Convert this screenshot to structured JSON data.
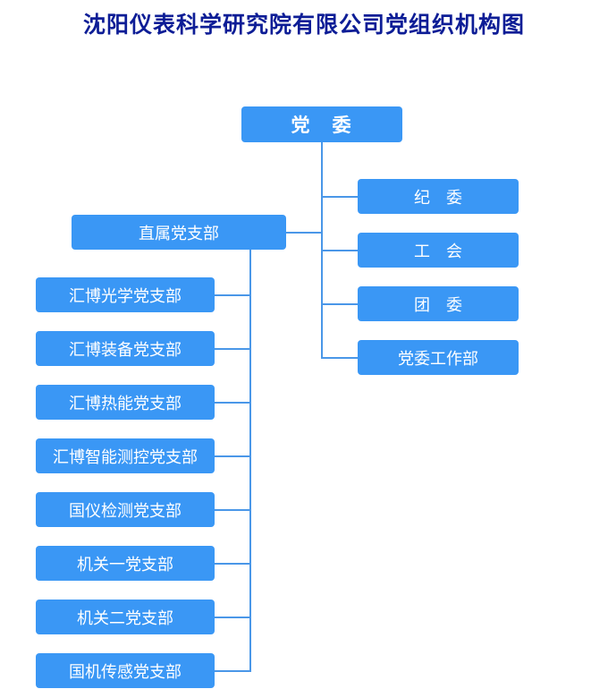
{
  "title": "沈阳仪表科学研究院有限公司党组织机构图",
  "root": "党　委",
  "right_units": [
    "纪　委",
    "工　会",
    "团　委",
    "党委工作部"
  ],
  "direct_branch": "直属党支部",
  "branches": [
    "汇博光学党支部",
    "汇博装备党支部",
    "汇博热能党支部",
    "汇博智能测控党支部",
    "国仪检测党支部",
    "机关一党支部",
    "机关二党支部",
    "国机传感党支部"
  ],
  "colors": {
    "title": "#0d1d96",
    "box": "#3a97f5",
    "line": "#4a97e8"
  }
}
